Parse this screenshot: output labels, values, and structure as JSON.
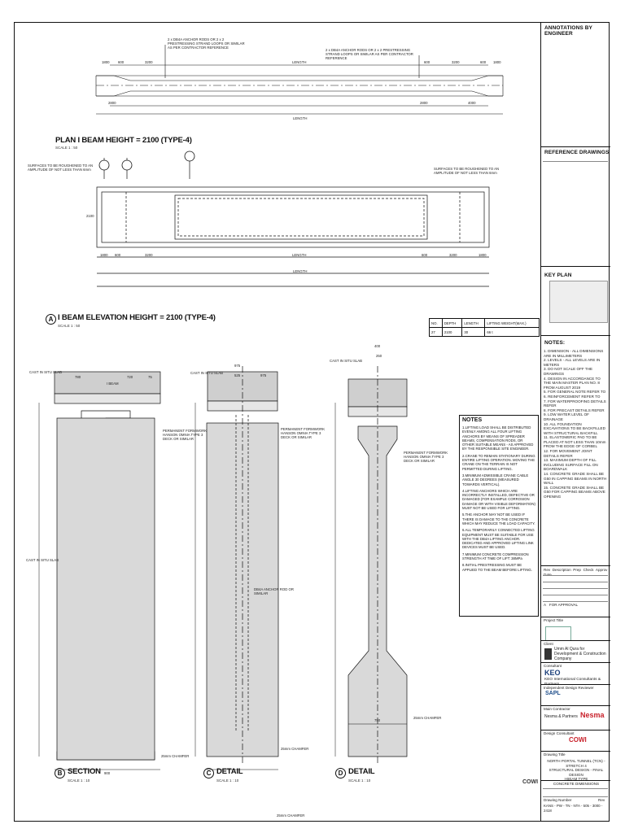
{
  "annotations_header": "ANNOTATIONS BY ENGINEER",
  "reference_header": "REFERENCE DRAWINGS",
  "keyplan_header": "KEY PLAN",
  "notes_side_header": "NOTES:",
  "side_notes": [
    "1. DIMENSION - ALL DIMENSIONS ARE IN MILLIMETERS",
    "2. LEVELS - ALL LEVELS ARE IN METERS",
    "3. DO NOT SCALE OFF THE DRAWINGS",
    "4. DESIGN IN ACCORDANCE TO THE MAIN MASTER PLAN NO. 8 FROM AUGUST 2019",
    "5. FOR GENERAL NOTE REFER TO",
    "6. REINFORCEMENT REFER TO",
    "7. FOR WATERPROOFING DETAILS REFER",
    "8. FOR PRECAST DETAILS REFER",
    "9. LOW WATER LEVEL OF DRAINAGE",
    "10. ALL FOUNDATION EXCAVATIONS TO BE BACKFILLED WITH STRUCTURAL BACKFILL",
    "11. ELASTOMERIC PAD TO BE PLACED AT NOT LESS THAN 10mm FROM THE EDGE OF CORBEL",
    "12. FOR MOVEMENT JOINT DETAILS REFER",
    "13. MAXIMUM DEPTH OF FILL INCLUDING SURFACE FILL ON BOARDWALK",
    "14. CONCRETE GRADE SHALL BE G50 IN CAPPING BEAMS IN NORTH WALL",
    "15. CONCRETE GRADE SHALL BE G50 FOR CAPPING BEAMS ABOVE OPENING"
  ],
  "plan": {
    "title": "PLAN I BEAM HEIGHT = 2100 (TYPE-4)",
    "scale": "SCALE 1 : 50",
    "anchor_note_left": "2 x DB4A ANCHOR RODS OR 2 x 2 PRESTRESSING STRAND LOOPS OR SIMILAR AS PER CONTRACTOR REFERENCE",
    "anchor_note_right": "2 x DB4A ANCHOR RODS OR 2 x 2 PRESTRESSING STRAND LOOPS OR SIMILAR AS PER CONTRACTOR REFERENCE",
    "dims_top": [
      "1800",
      "600",
      "3200",
      "LENGTH",
      "600",
      "3200",
      "600",
      "1800"
    ],
    "dims_bottom": [
      "2800",
      "LENGTH",
      "2800",
      "4000"
    ],
    "overall": "LENGTH"
  },
  "elevation": {
    "marker": "A",
    "title": "I BEAM ELEVATION HEIGHT = 2100 (TYPE-4)",
    "scale": "SCALE 1 : 50",
    "roughen_left": "SURFACES TO BE ROUGHENED TO AN AMPLITUDE OF NOT LESS THAN 6mm",
    "roughen_right": "SURFACES TO BE ROUGHENED TO AN AMPLITUDE OF NOT LESS THAN 6mm",
    "dims": [
      "1800",
      "600",
      "3200",
      "LENGTH",
      "600",
      "3200",
      "1800"
    ],
    "overall": "LENGTH",
    "height": "2100"
  },
  "schedule": {
    "headers": [
      "NO.",
      "DEPTH",
      "LENGTH",
      "LIFTING WEIGHT(MAX.)"
    ],
    "rows": [
      [
        "27",
        "2100",
        "30",
        "66 t"
      ]
    ]
  },
  "section_b": {
    "marker": "B",
    "title": "SECTION",
    "scale": "SCALE 1 : 10",
    "cast_label": "CAST IN SITU SLAB",
    "cl_label": "I BEAM",
    "formwork": "PERMANENT FORMWORK HANSON OMNIA TYPE 3 DECK OR SIMILAR",
    "cast_web": "CAST IN SITU SLAB",
    "chamfer": "25mm CHAMFER",
    "widths": [
      "780",
      "720",
      "75",
      "900"
    ]
  },
  "detail_c": {
    "marker": "C",
    "title": "DETAIL",
    "scale": "SCALE 1 : 10",
    "cast_label": "CAST IN SITU SLAB",
    "formwork": "PERMANENT FORMWORK HANSON OMNIA TYPE 3 DECK OR SIMILAR",
    "anchor": "DB4A ANCHOR ROD OR SIMILAR",
    "chamfer": "25mm CHAMFER",
    "widths": [
      "975",
      "525",
      "975"
    ]
  },
  "detail_d": {
    "marker": "D",
    "title": "DETAIL",
    "scale": "SCALE 1 : 10",
    "cast_label": "CAST IN SITU SLAB",
    "formwork": "PERMANENT FORMWORK HANSON OMNIA TYPE 3 DECK OR SIMILAR",
    "chamfer": "25mm CHAMFER",
    "widths": [
      "400",
      "250",
      "750"
    ]
  },
  "lifting_notes": {
    "header": "NOTES",
    "items": [
      "1.LIFTING LOAD SHALL BE DISTRIBUTED EVENLY AMONG ALL FOUR LIFTING ANCHORS BY MEANS OF SPREADER BEAMS, COMPENSATION RODS, OR OTHER SUITABLE MEANS - AS APPROVED BY THE RESPONSIBLE SITE ENGINEER.",
      "2.CRANE TO REMAIN STATIONARY DURING ENTIRE LIFTING OPERATION. MOVING THE CRANE ON THE TERRAIN IS NOT PERMITTED DURING LIFTING.",
      "3.MINIMUM ADMISSIBLE CRANE CABLE ANGLE 30 DEGREES (MEASURED TOWARDS VERTICAL).",
      "4.LIFTING ANCHORS WHICH ARE INCORRECTLY INSTALLED, DEFECTIVE OR DAMAGED (FOR EXAMPLE CORROSION DAMAGE OR WITH VISIBLE DEFORMATION) MUST NOT BE USED FOR LIFTING.",
      "5.THE ANCHOR MAY NOT BE USED IF THERE IS DAMAGE TO THE CONCRETE WHICH MAY REDUCE THE LOAD CAPACITY.",
      "6.ALL TEMPORARILY CONNECTED LIFTING EQUIPMENT MUST BE SUITABLE FOR USE WITH THE DB4A LIFTING ANCHOR. DEDICATED AND APPROVED LIFTING LINK DEVICES MUST BE USED.",
      "7.MINIMUM CONCRETE COMPRESSION STRENGTH AT TIME OF LIFT: 38MPa",
      "8.INITIAL PRESTRESSING MUST BE APPLIED TO THE BEAM BEFORE LIFTING."
    ]
  },
  "revision_table": {
    "headers": [
      "Rev",
      "Description",
      "Prep",
      "Check",
      "Approv",
      "Date"
    ],
    "rows": [
      [
        "A",
        "FOR APPROVAL",
        "",
        "",
        "",
        ""
      ]
    ]
  },
  "client": {
    "name": "Umm Al Qura for Development & Construction Company",
    "consultant": "KEO International Consultants & Partners",
    "consultant_short": "KEO",
    "designer": "SAPL",
    "contractor": "Nesma & Partners",
    "contractor_short": "Nesma",
    "engineer": "COWI"
  },
  "drawing_title": [
    "NORTH PORTAL TUNNEL (TCN) - STRETCH 4",
    "STRUCTURAL DESIGN - FINAL DESIGN",
    "I-BEAM TYPE",
    "CONCRETE DIMENSIONS"
  ],
  "labels": {
    "project_label": "Project Title",
    "client_label": "Client",
    "consultant_label": "Consultant",
    "contractor_label": "Main Contractor",
    "designer_label": "Independent Design Reviewer",
    "sub_label": "Design Consultant",
    "title_label": "Drawing Title",
    "number_label": "Drawing Number",
    "rev_label": "Rev"
  },
  "drawing_number": "KANS - PW - TN - NTA - 505 - 3000 - 2418",
  "bottom_note": "25mm CHAMFER"
}
